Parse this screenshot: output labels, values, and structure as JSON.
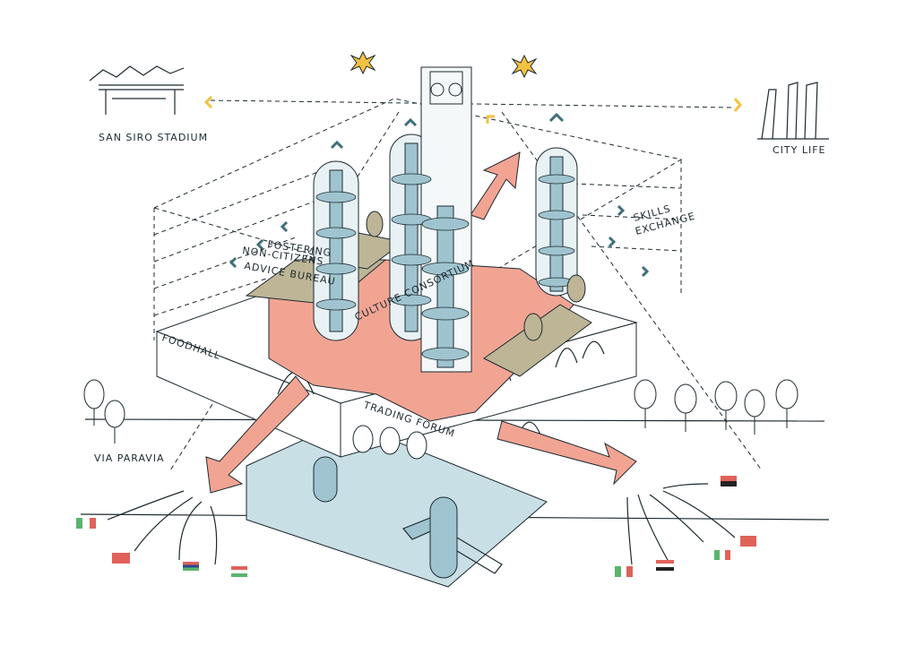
{
  "labels": {
    "san_siro": "SAN SIRO STADIUM",
    "city_life": "CITY LIFE",
    "fostering": "FOSTERING",
    "non_citizens": "NON-CITIZENS",
    "advice_bureau": "ADVICE BUREAU",
    "skills": "SKILLS",
    "exchange": "EXCHANGE",
    "foodhall": "FOODHALL",
    "culture_consortium": "CULTURE CONSORTIUM",
    "trading_forum": "TRADING FORUM",
    "via_paravia": "VIA PARAVIA"
  },
  "colors": {
    "plaza": "#f2a493",
    "towers": "#9fc4cf",
    "basement": "#c9dfe6",
    "gardens": "#bdb596",
    "accent": "#f4c242",
    "ink": "#1c2a30",
    "figures": "#2f5560"
  },
  "flags": [
    {
      "name": "italy",
      "colors": [
        "#5bb36c",
        "#ffffff",
        "#e0625a"
      ]
    },
    {
      "name": "china",
      "colors": [
        "#e0625a",
        "#e0625a",
        "#e0625a"
      ]
    },
    {
      "name": "gambia",
      "colors": [
        "#e0625a",
        "#2a4a8c",
        "#5bb36c"
      ]
    },
    {
      "name": "hungary",
      "colors": [
        "#e0625a",
        "#ffffff",
        "#5bb36c"
      ]
    },
    {
      "name": "italy-2",
      "colors": [
        "#5bb36c",
        "#ffffff",
        "#e0625a"
      ]
    },
    {
      "name": "egypt",
      "colors": [
        "#e0625a",
        "#ffffff",
        "#222222"
      ]
    },
    {
      "name": "mexico",
      "colors": [
        "#5bb36c",
        "#ffffff",
        "#e0625a"
      ]
    },
    {
      "name": "morocco",
      "colors": [
        "#e0625a",
        "#e0625a",
        "#e0625a"
      ]
    },
    {
      "name": "angola",
      "colors": [
        "#e0625a",
        "#e0625a",
        "#222222"
      ]
    }
  ]
}
